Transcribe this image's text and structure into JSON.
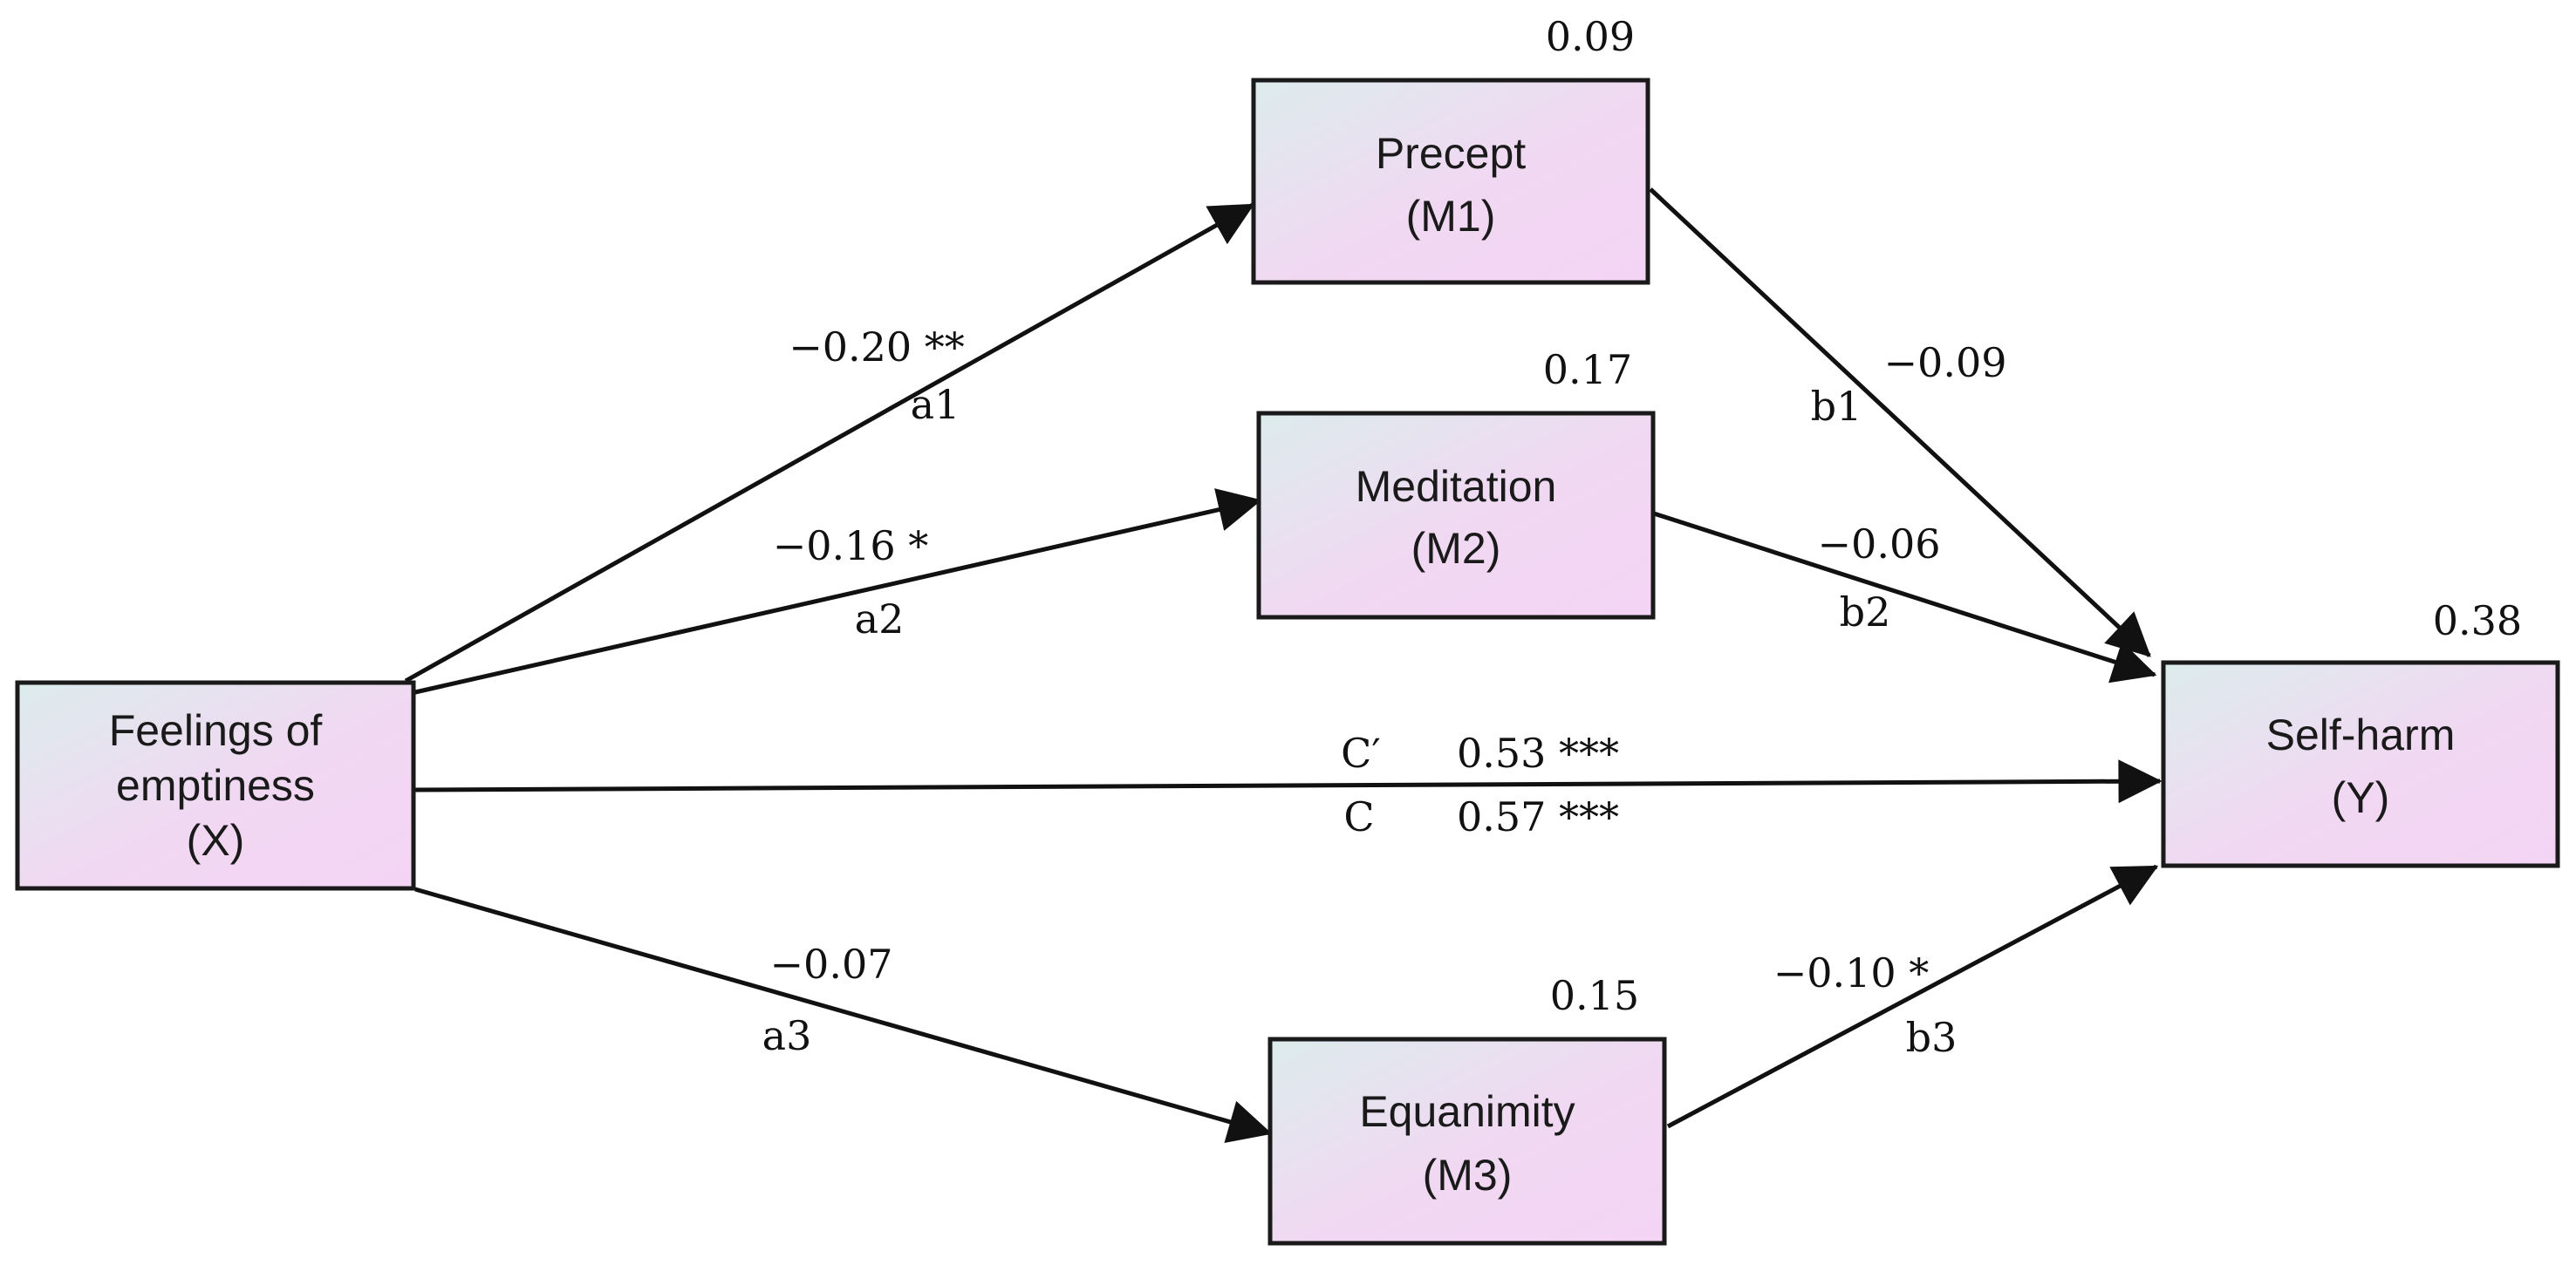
{
  "nodes": {
    "x": {
      "lines": [
        "Feelings of",
        "emptiness",
        "(X)"
      ]
    },
    "m1": {
      "lines": [
        "Precept",
        "(M1)"
      ],
      "r2": "0.09"
    },
    "m2": {
      "lines": [
        "Meditation",
        "(M2)"
      ],
      "r2": "0.17"
    },
    "m3": {
      "lines": [
        "Equanimity",
        "(M3)"
      ],
      "r2": "0.15"
    },
    "y": {
      "lines": [
        "Self-harm",
        "(Y)"
      ],
      "r2": "0.38"
    }
  },
  "paths": {
    "a1": {
      "label": "a1",
      "coef": "−0.20 **"
    },
    "a2": {
      "label": "a2",
      "coef": "−0.16 *"
    },
    "a3": {
      "label": "a3",
      "coef": "−0.07"
    },
    "b1": {
      "label": "b1",
      "coef": "−0.09"
    },
    "b2": {
      "label": "b2",
      "coef": "−0.06"
    },
    "b3": {
      "label": "b3",
      "coef": "−0.10 *"
    },
    "c_prime": {
      "label": "C′",
      "coef": "0.53 ***"
    },
    "c": {
      "label": "C",
      "coef": "0.57 ***"
    }
  },
  "colors": {
    "box_fill_start": "#dfeeee",
    "box_fill_end": "#f3d6f3",
    "stroke": "#111111"
  }
}
